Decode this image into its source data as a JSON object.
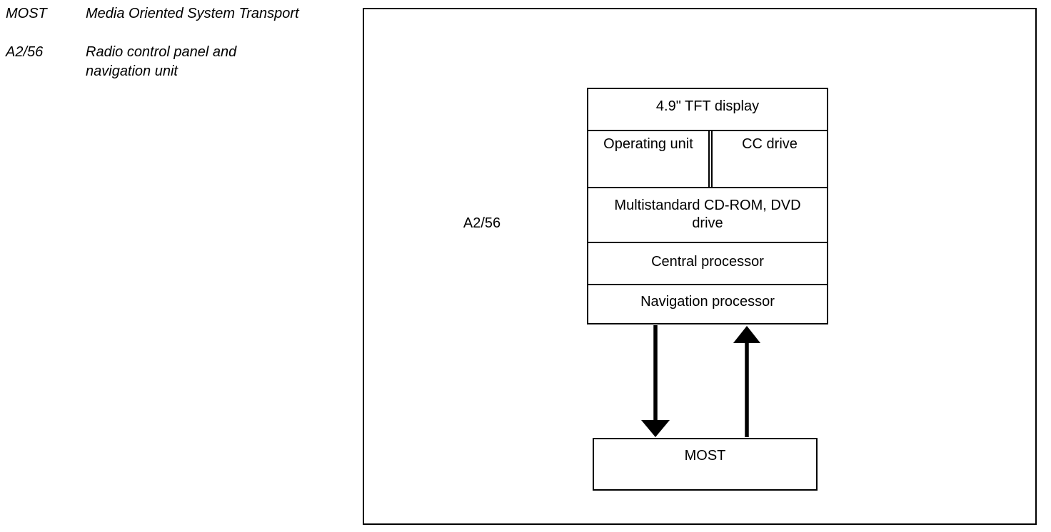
{
  "legend": {
    "items": [
      {
        "abbr": "MOST",
        "description": "Media Oriented System Transport"
      },
      {
        "abbr": "A2/56",
        "description": "Radio control panel and\nnavigation unit"
      }
    ]
  },
  "diagram": {
    "unit_label": "A2/56",
    "stack": {
      "display": "4.9\" TFT display",
      "operating_unit": "Operating unit",
      "cc_drive": "CC drive",
      "cd_dvd_drive": "Multistandard CD-ROM, DVD\ndrive",
      "central_processor": "Central processor",
      "navigation_processor": "Navigation processor"
    },
    "bus_label": "MOST",
    "colors": {
      "line": "#000000",
      "background": "#ffffff"
    }
  }
}
